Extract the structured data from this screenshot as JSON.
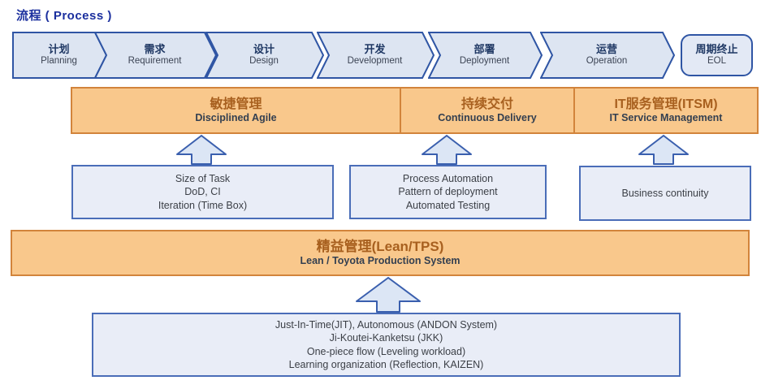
{
  "title": "流程 ( Process )",
  "process_steps": [
    {
      "cn": "计划",
      "en": "Planning"
    },
    {
      "cn": "需求",
      "en": "Requirement"
    },
    {
      "cn": "设计",
      "en": "Design"
    },
    {
      "cn": "开发",
      "en": "Development"
    },
    {
      "cn": "部署",
      "en": "Deployment"
    },
    {
      "cn": "运营",
      "en": "Operation"
    }
  ],
  "eol": {
    "cn": "周期终止",
    "en": "EOL"
  },
  "practice_bar": {
    "sections": [
      {
        "cn": "敏捷管理",
        "en": "Disciplined Agile"
      },
      {
        "cn": "持续交付",
        "en": "Continuous Delivery"
      },
      {
        "cn": "IT服务管理(ITSM)",
        "en": "IT Service Management"
      }
    ]
  },
  "technique_boxes": [
    {
      "lines": [
        "Size of Task",
        "DoD, CI",
        "Iteration (Time Box)"
      ]
    },
    {
      "lines": [
        "Process Automation",
        "Pattern of deployment",
        "Automated Testing"
      ]
    },
    {
      "lines": [
        "Business continuity"
      ]
    }
  ],
  "lean_bar": {
    "cn": "精益管理(Lean/TPS)",
    "en": "Lean / Toyota Production System"
  },
  "lean_box": {
    "lines": [
      "Just-In-Time(JIT), Autonomous (ANDON System)",
      "Ji-Koutei-Kanketsu (JKK)",
      "One-piece flow (Leveling workload)",
      "Learning organization (Reflection, KAIZEN)"
    ]
  },
  "colors": {
    "title_blue": "#1b2f9e",
    "chevron_fill": "#dde5f2",
    "chevron_border": "#2f55a4",
    "chevron_text_cn": "#1f3864",
    "orange_fill": "#f9c88c",
    "orange_border": "#d2843b",
    "orange_text_cn": "#a8601f",
    "box_fill": "#e9edf7",
    "box_border": "#4a6db8",
    "arrow_fill": "#dce6f5"
  }
}
